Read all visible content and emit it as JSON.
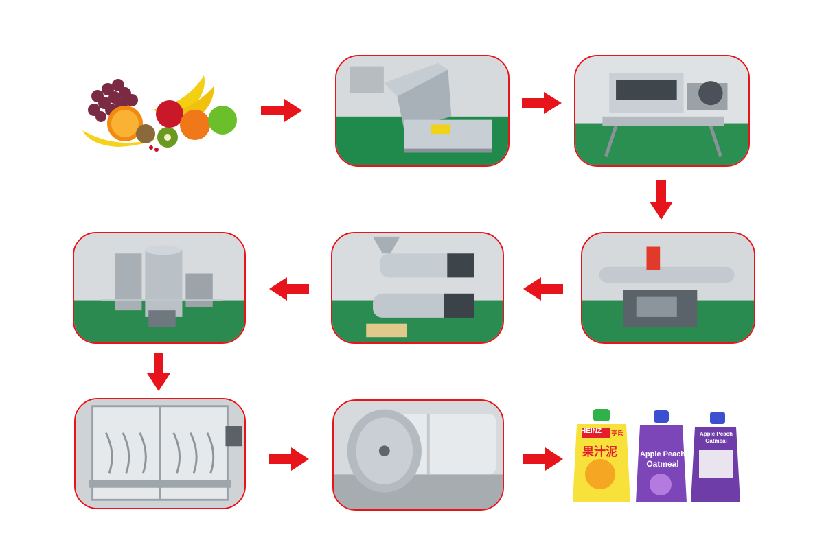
{
  "colors": {
    "border": "#e8141b",
    "arrow": "#e8141b",
    "floor": "#1f8a4c",
    "wall": "#d9dde0",
    "steel": "#bfc6cc",
    "dark_steel": "#5d666d"
  },
  "steps": [
    {
      "id": "fruits",
      "icon": "fruit-pile-icon"
    },
    {
      "id": "washing",
      "icon": "washing-machine-icon"
    },
    {
      "id": "crushing",
      "icon": "crusher-icon"
    },
    {
      "id": "preheating",
      "icon": "preheater-icon"
    },
    {
      "id": "pulping",
      "icon": "pulper-icon"
    },
    {
      "id": "blending",
      "icon": "tank-icon"
    },
    {
      "id": "filling",
      "icon": "filling-machine-icon"
    },
    {
      "id": "sterilizing",
      "icon": "retort-icon"
    },
    {
      "id": "pouches",
      "icon": "spout-pouch-icon"
    }
  ],
  "pouches": {
    "brand1": "HEINZ",
    "brand1_cn": "果汁泥",
    "brand1_sub": "亨氏",
    "product2_line1": "Apple Peach",
    "product2_line2": "Oatmeal",
    "product3_line1": "Apple Peach",
    "product3_line2": "Oatmeal"
  }
}
